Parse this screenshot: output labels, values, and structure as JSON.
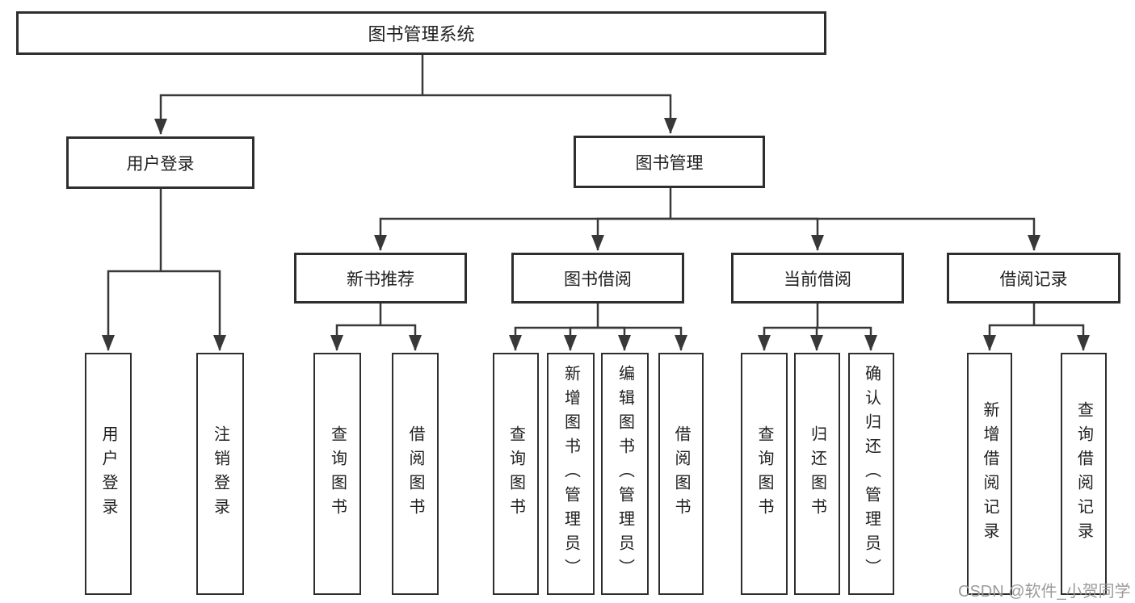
{
  "diagram": {
    "root": {
      "label": "图书管理系统"
    },
    "level2": [
      {
        "label": "用户登录"
      },
      {
        "label": "图书管理"
      }
    ],
    "level3": [
      {
        "label": "新书推荐",
        "parent": "图书管理"
      },
      {
        "label": "图书借阅",
        "parent": "图书管理"
      },
      {
        "label": "当前借阅",
        "parent": "图书管理"
      },
      {
        "label": "借阅记录",
        "parent": "图书管理"
      }
    ],
    "leaves": [
      {
        "label": "用户登录",
        "parent": "用户登录"
      },
      {
        "label": "注销登录",
        "parent": "用户登录"
      },
      {
        "label": "查询图书",
        "parent": "新书推荐"
      },
      {
        "label": "借阅图书",
        "parent": "新书推荐"
      },
      {
        "label": "查询图书",
        "parent": "图书借阅"
      },
      {
        "label": "新增图书（管理员）",
        "parent": "图书借阅"
      },
      {
        "label": "编辑图书（管理员）",
        "parent": "图书借阅"
      },
      {
        "label": "借阅图书",
        "parent": "图书借阅"
      },
      {
        "label": "查询图书",
        "parent": "当前借阅"
      },
      {
        "label": "归还图书",
        "parent": "当前借阅"
      },
      {
        "label": "确认归还（管理员）",
        "parent": "当前借阅"
      },
      {
        "label": "新增借阅记录",
        "parent": "借阅记录"
      },
      {
        "label": "查询借阅记录",
        "parent": "借阅记录"
      }
    ]
  },
  "watermark": {
    "text": "CSDN @软件_小贺同学"
  },
  "colors": {
    "line": "#383838",
    "border": "#2e2e2e",
    "text": "#1f1f1f",
    "watermark": "#9b9b9b",
    "background": "#ffffff"
  }
}
